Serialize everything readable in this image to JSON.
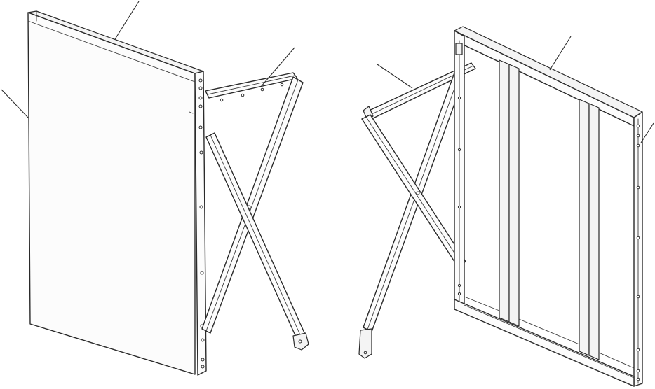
{
  "diagram": {
    "parts": [
      {
        "id": "solid-side-panel"
      },
      {
        "id": "cross-brace-left"
      },
      {
        "id": "cross-brace-right"
      },
      {
        "id": "frame-panel"
      }
    ],
    "leaders": [
      {
        "id": "leader-panel-top"
      },
      {
        "id": "leader-panel-side"
      },
      {
        "id": "leader-brace-left"
      },
      {
        "id": "leader-brace-right"
      },
      {
        "id": "leader-frame-top"
      },
      {
        "id": "leader-frame-side"
      }
    ]
  }
}
